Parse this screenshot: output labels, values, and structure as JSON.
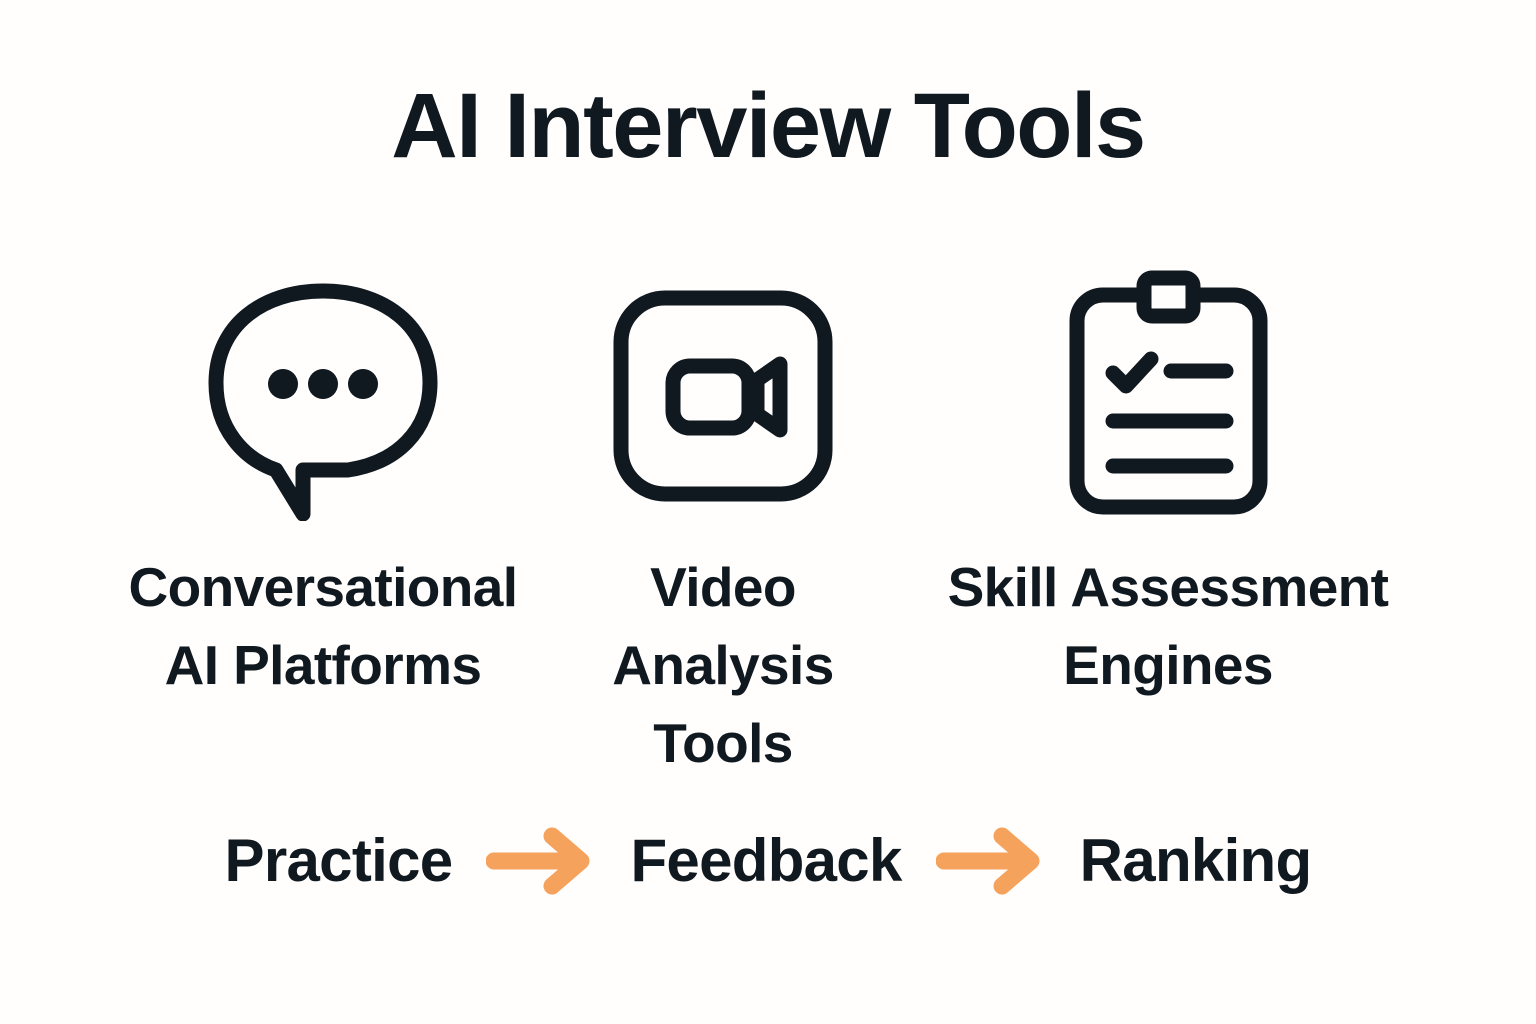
{
  "page": {
    "title": "AI Interview Tools",
    "background_color": "#FFFEFC",
    "text_color": "#101820",
    "accent_color": "#F5A25C"
  },
  "columns": [
    {
      "icon": "chat-bubble-dots-icon",
      "label": "Conversational\nAI Platforms"
    },
    {
      "icon": "video-camera-square-icon",
      "label": "Video\nAnalysis\nTools"
    },
    {
      "icon": "clipboard-checklist-icon",
      "label": "Skill Assessment\nEngines"
    }
  ],
  "flow": {
    "steps": [
      "Practice",
      "Feedback",
      "Ranking"
    ],
    "arrow_icon": "arrow-right-icon",
    "arrow_color": "#F5A25C"
  }
}
